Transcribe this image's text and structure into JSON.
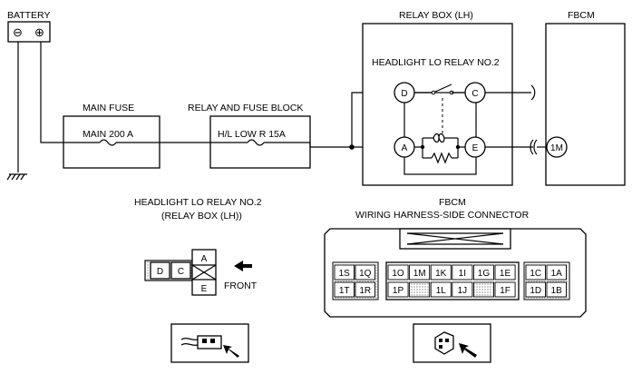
{
  "battery": {
    "label": "BATTERY",
    "minus": "⊖",
    "plus": "⊕"
  },
  "main_fuse": {
    "title": "MAIN FUSE",
    "value": "MAIN 200 A"
  },
  "relay_fuse_block": {
    "title": "RELAY AND FUSE BLOCK",
    "value": "H/L LOW R 15A"
  },
  "relay_box": {
    "title": "RELAY BOX (LH)",
    "relay_name": "HEADLIGHT LO RELAY NO.2",
    "terminals": {
      "d": "D",
      "c": "C",
      "a": "A",
      "e": "E"
    }
  },
  "fbcm": {
    "title": "FBCM",
    "terminal": "1M"
  },
  "relay_connector": {
    "title_line1": "HEADLIGHT LO RELAY NO.2",
    "title_line2": "(RELAY BOX (LH))",
    "pins": {
      "d": "D",
      "c": "C",
      "a": "A",
      "e": "E"
    },
    "front_label": "FRONT"
  },
  "fbcm_connector": {
    "title_line1": "FBCM",
    "title_line2": "WIRING HARNESS-SIDE CONNECTOR",
    "left_group": {
      "top": [
        "1S",
        "1Q"
      ],
      "bottom": [
        "1T",
        "1R"
      ]
    },
    "mid_group": {
      "top": [
        "1O",
        "1M",
        "1K",
        "1I",
        "1G",
        "1E"
      ],
      "bottom": [
        "1P",
        "",
        "1L",
        "1J",
        "",
        "1F"
      ]
    },
    "right_group": {
      "top": [
        "1C",
        "1A"
      ],
      "bottom": [
        "1D",
        "1B"
      ]
    }
  },
  "colors": {
    "line": "#000000",
    "background": "#ffffff"
  }
}
